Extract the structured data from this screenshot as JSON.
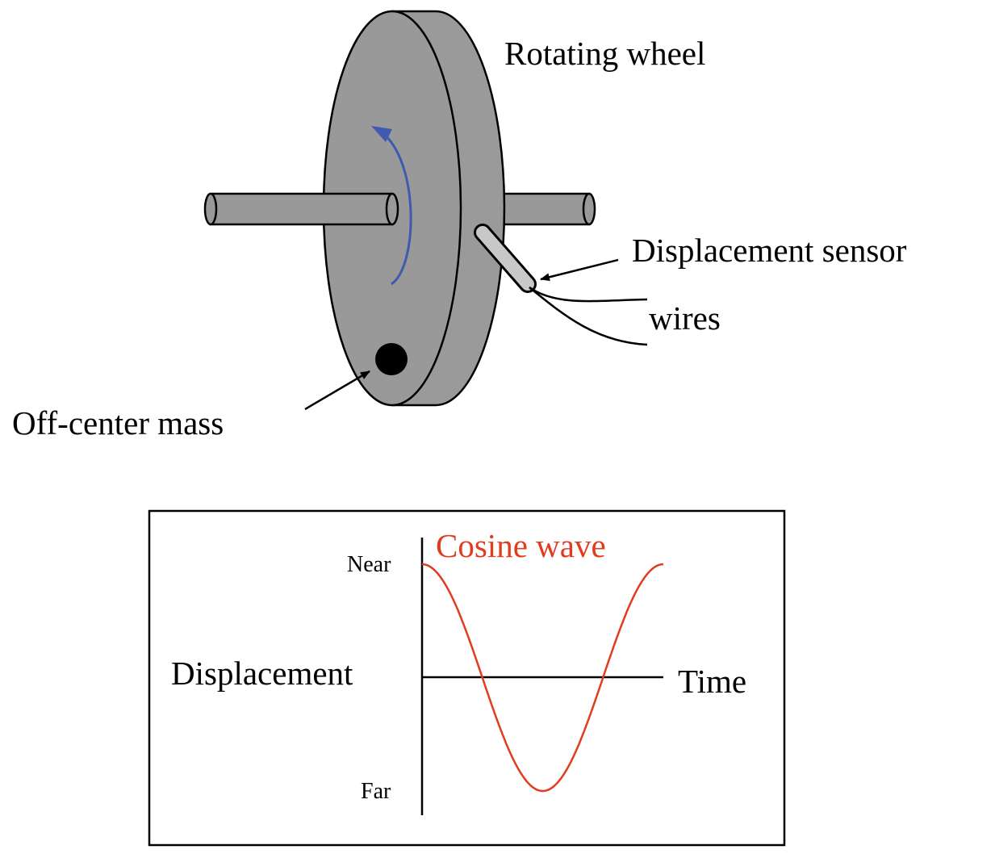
{
  "labels": {
    "rotating_wheel": "Rotating wheel",
    "displacement_sensor": "Displacement sensor",
    "wires": "wires",
    "off_center_mass": "Off-center mass"
  },
  "graph": {
    "wave_label": "Cosine wave",
    "y_axis_label": "Displacement",
    "x_axis_label": "Time",
    "y_top_label": "Near",
    "y_bottom_label": "Far"
  },
  "colors": {
    "wheel_face": "#999999",
    "wheel_rim": "#9a9a9a",
    "shaft": "#999999",
    "sensor_body": "#c8c8c8",
    "rotation_arrow": "#3f5ab0",
    "wave": "#e03c1e",
    "outline": "#000000"
  },
  "chart_data": {
    "type": "line",
    "title": "Cosine wave",
    "xlabel": "Time",
    "ylabel": "Displacement",
    "y_tick_labels": [
      "Near",
      "Far"
    ],
    "ylim": [
      -1,
      1
    ],
    "series": [
      {
        "name": "Cosine wave",
        "x_periods": [
          0,
          0.125,
          0.25,
          0.375,
          0.5,
          0.625,
          0.75,
          0.875,
          1.0
        ],
        "values": [
          1,
          0.707,
          0,
          -0.707,
          -1,
          -0.707,
          0,
          0.707,
          1
        ]
      }
    ]
  }
}
